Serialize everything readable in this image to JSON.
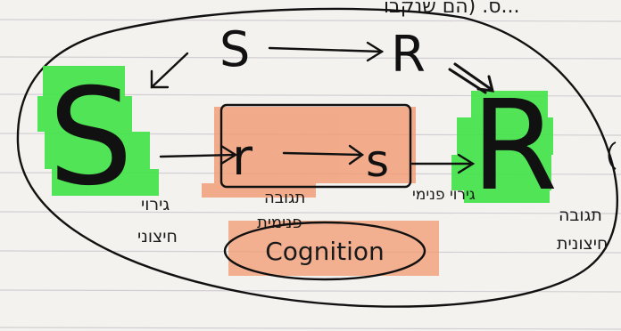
{
  "header": {
    "scribble": "ס. (הם שנקבו..."
  },
  "top_row": {
    "left_letter": "S",
    "right_letter": "R"
  },
  "left_node": {
    "letter": "S",
    "caption_line1": "גירוי",
    "caption_line2": "חיצוני"
  },
  "right_node": {
    "letter": "R",
    "caption_line1": "תגובה",
    "caption_line2": "חיצונית"
  },
  "center_box": {
    "left_letter": "r",
    "right_letter": "s",
    "caption_left_line1": "תגובה",
    "caption_left_line2": "פנימית",
    "caption_right": "גירוי פנימי"
  },
  "cognition_label": "Cognition",
  "colors": {
    "highlight_green": "#44e34a",
    "highlight_orange": "#f19a72",
    "ink": "#111111",
    "paper": "#f4f2ef",
    "rule_line": "#cfc9cf"
  }
}
